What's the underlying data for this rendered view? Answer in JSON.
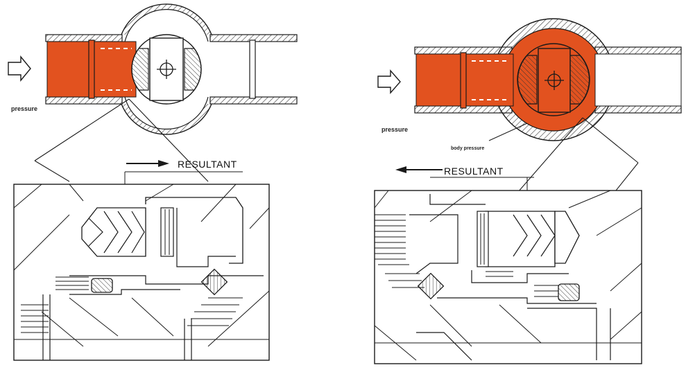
{
  "left_diagram": {
    "pressure_label": "pressure",
    "resultant_label": "RESULTANT"
  },
  "right_diagram": {
    "pressure_label": "pressure",
    "body_pressure_label": "body pressure",
    "resultant_label": "RESULTANT"
  },
  "colors": {
    "fluid": "#e2521f",
    "line": "#1a1a1a",
    "hatch": "#333333"
  }
}
